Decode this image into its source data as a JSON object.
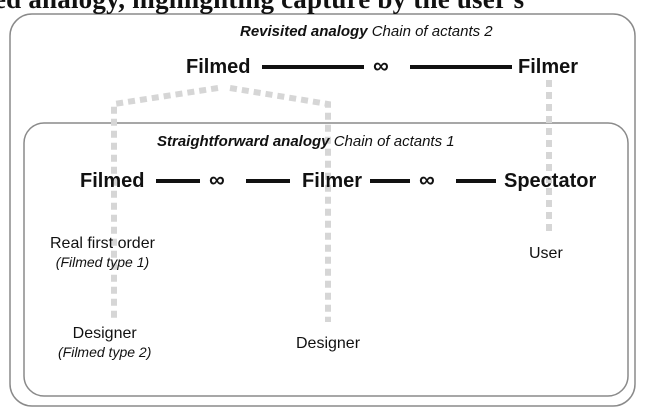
{
  "header_text": "ed analogy, highlighting capture by the user s",
  "outer_box": {
    "title_bold": "Revisited analogy",
    "title_italic": "Chain of actants 2",
    "left_node": "Filmed",
    "right_node": "Filmer"
  },
  "inner_box": {
    "title_bold": "Straightforward analogy",
    "title_italic": "Chain of actants 1",
    "nodes": [
      "Filmed",
      "Filmer",
      "Spectator"
    ]
  },
  "labels": {
    "real_first_order": "Real first order",
    "real_first_order_sub": "(Filmed type 1)",
    "designer_left": "Designer",
    "designer_left_sub": "(Filmed type 2)",
    "designer_mid": "Designer",
    "user": "User"
  },
  "icons": {
    "link": "link-icon"
  },
  "colors": {
    "line": "#111111",
    "dashed": "#d6d6d6",
    "box_border": "#8a8a8a"
  }
}
